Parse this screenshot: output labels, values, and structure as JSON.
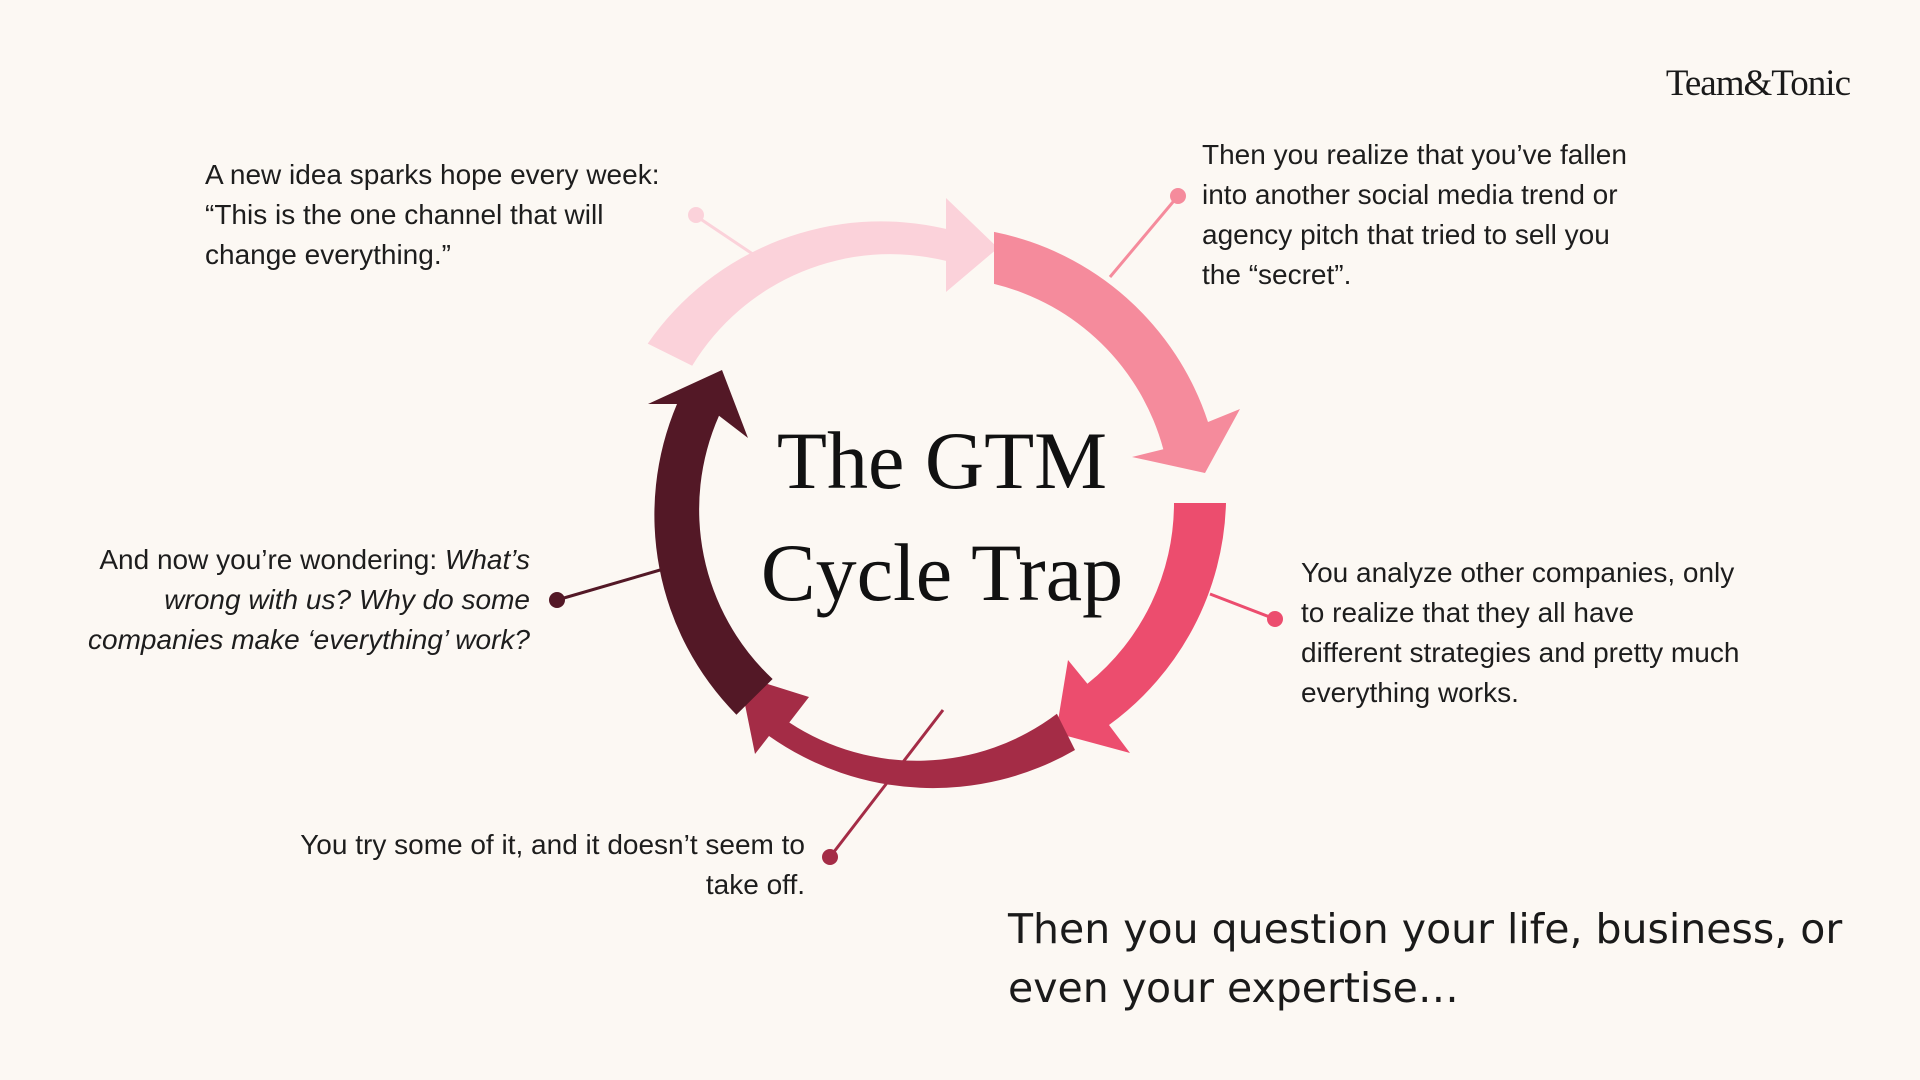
{
  "brand": {
    "logo": "Team&Tonic"
  },
  "title": {
    "line1": "The GTM",
    "line2": "Cycle Trap"
  },
  "steps": [
    {
      "text": "A new idea sparks hope every week: “This is the one channel that will change everything.”",
      "color": "#fbd2da"
    },
    {
      "text": "Then you realize that you’ve fallen into another social media trend or agency pitch that tried to sell you the “secret”.",
      "color": "#f58b9c"
    },
    {
      "text": "You analyze other companies, only to realize that they all have different strategies and pretty much everything works.",
      "color": "#ec4d6e"
    },
    {
      "text": "You try some of it, and it doesn’t seem to take off.",
      "color": "#a42c46"
    },
    {
      "text_plain": "And now you’re wondering: ",
      "text_italic": "What’s wrong with us? Why do some companies make ‘everything’ work?",
      "color": "#531826"
    }
  ],
  "conclusion": "Then you question your life, business, or even your expertise…"
}
